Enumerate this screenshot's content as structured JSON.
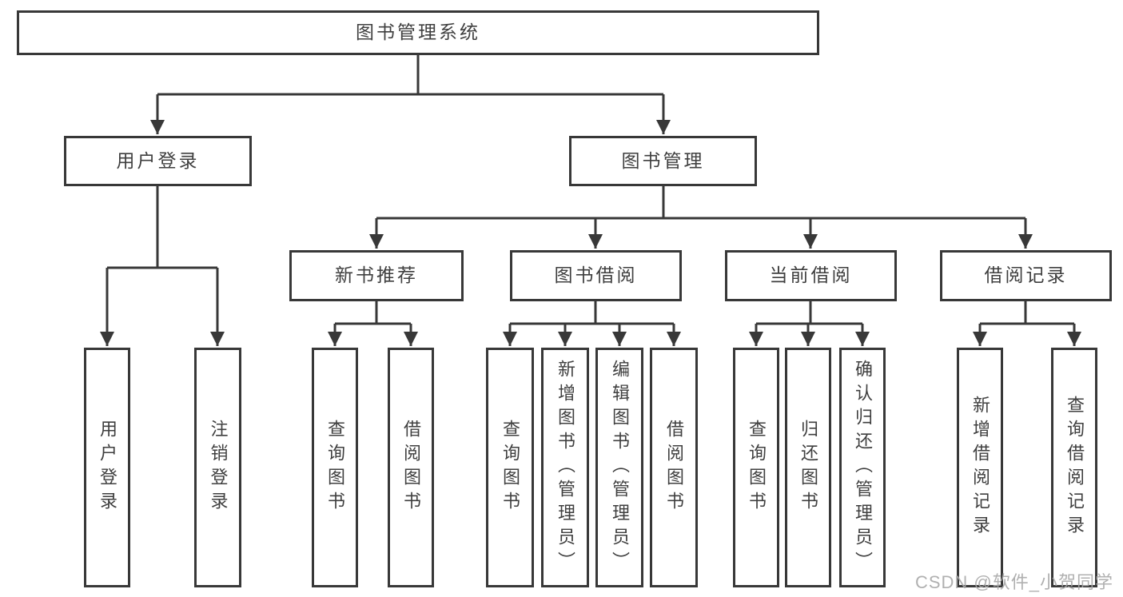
{
  "diagram": {
    "title": "图书管理系统",
    "root": "图书管理系统",
    "branches": [
      {
        "label": "用户登录"
      },
      {
        "label": "图书管理"
      }
    ],
    "sections": [
      {
        "label": "新书推荐",
        "parent": "图书管理"
      },
      {
        "label": "图书借阅",
        "parent": "图书管理"
      },
      {
        "label": "当前借阅",
        "parent": "图书管理"
      },
      {
        "label": "借阅记录",
        "parent": "图书管理"
      }
    ],
    "leaves": [
      {
        "label": "用户登录",
        "parent": "用户登录"
      },
      {
        "label": "注销登录",
        "parent": "用户登录"
      },
      {
        "label": "查询图书",
        "parent": "新书推荐"
      },
      {
        "label": "借阅图书",
        "parent": "新书推荐"
      },
      {
        "label": "查询图书",
        "parent": "图书借阅"
      },
      {
        "label": "新增图书（管理员）",
        "parent": "图书借阅"
      },
      {
        "label": "编辑图书（管理员）",
        "parent": "图书借阅"
      },
      {
        "label": "借阅图书",
        "parent": "图书借阅"
      },
      {
        "label": "查询图书",
        "parent": "当前借阅"
      },
      {
        "label": "归还图书",
        "parent": "当前借阅"
      },
      {
        "label": "确认归还（管理员）",
        "parent": "当前借阅"
      },
      {
        "label": "新增借阅记录",
        "parent": "借阅记录"
      },
      {
        "label": "查询借阅记录",
        "parent": "借阅记录"
      }
    ]
  },
  "watermark": "CSDN @软件_小贺同学",
  "colors": {
    "line": "#383838",
    "text": "#3f3f3f",
    "background": "#ffffff",
    "watermark": "#a8a8a8"
  }
}
